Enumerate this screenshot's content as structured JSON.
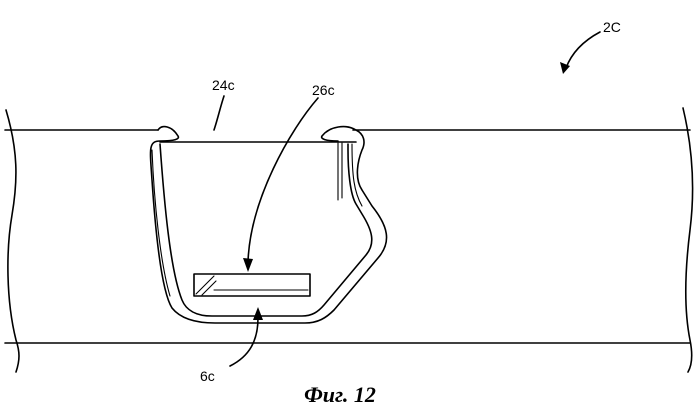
{
  "labels": {
    "assembly": "2C",
    "recess": "24c",
    "slot": "26c",
    "edge": "6c"
  },
  "caption": "Фиг. 12"
}
